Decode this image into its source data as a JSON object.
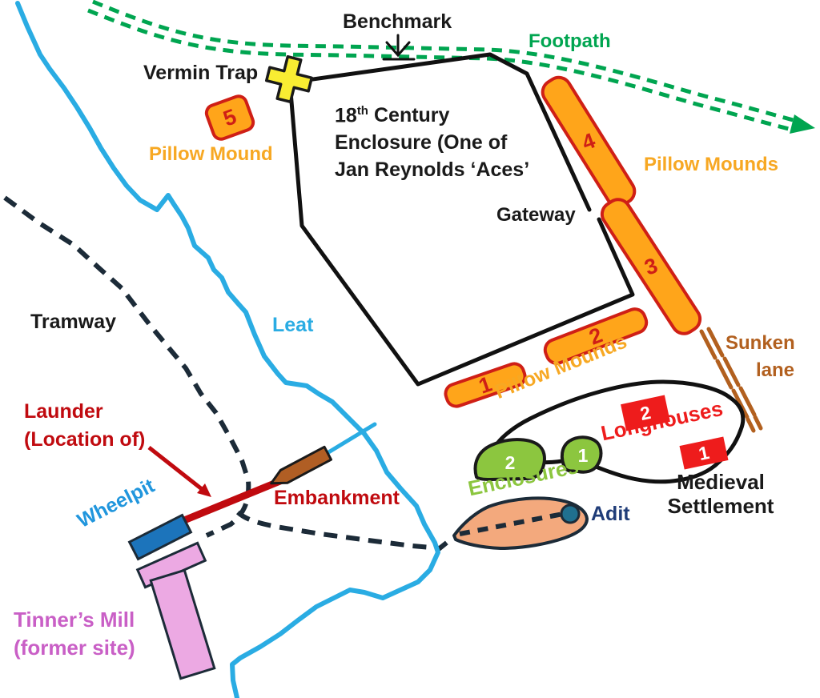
{
  "map_labels": {
    "benchmark": "Benchmark",
    "footpath": "Footpath",
    "vermin_trap": "Vermin Trap",
    "pillow_mound_single": "Pillow Mound",
    "enclosure_18": "18",
    "enclosure_th": "th",
    "enclosure_century": "Century",
    "enclosure_line2": "Enclosure (One of",
    "enclosure_line3": "Jan Reynolds ‘Aces’",
    "gateway": "Gateway",
    "pillow_mounds_right": "Pillow Mounds",
    "pillow_mounds_bottom": "Pillow Mounds",
    "sunken_line1": "Sunken",
    "sunken_line2": "lane",
    "tramway": "Tramway",
    "leat": "Leat",
    "longhouses": "Longhouses",
    "enclosures": "Enclosures",
    "medieval_line1": "Medieval",
    "medieval_line2": "Settlement",
    "adit": "Adit",
    "launder_line1": "Launder",
    "launder_line2": "(Location of)",
    "embankment": "Embankment",
    "wheelpit": "Wheelpit",
    "tinners_line1": "Tinner’s Mill",
    "tinners_line2": "(former site)"
  },
  "feature_numbers": {
    "pillow_mound_1": "1",
    "pillow_mound_2": "2",
    "pillow_mound_3": "3",
    "pillow_mound_4": "4",
    "pillow_mound_5": "5",
    "longhouse_1": "1",
    "longhouse_2": "2",
    "enclosure_1": "1",
    "enclosure_2": "2"
  },
  "colors": {
    "footpath_green": "#00A550",
    "leat_blue": "#2AACE3",
    "tramway_dark": "#1C2B38",
    "pillow_mound_fill": "#FFA51A",
    "pillow_mound_border": "#CF1F16",
    "pillow_label_golden": "#F7A823",
    "sunken_lane_brown": "#B2601F",
    "longhouse_red": "#EE1C1C",
    "enclosure_green": "#8CC63F",
    "adit_fill": "#F3A97D",
    "adit_circle": "#20708F",
    "adit_label_navy": "#1F3C78",
    "launder_dark_red": "#C00A0F",
    "embankment_brown": "#B05E24",
    "wheelpit_fill": "#1C74BB",
    "wheelpit_label_blue": "#2196DD",
    "mill_fill": "#ECA9E3",
    "mill_label_orchid": "#C95FC6",
    "outline_black": "#111111"
  }
}
